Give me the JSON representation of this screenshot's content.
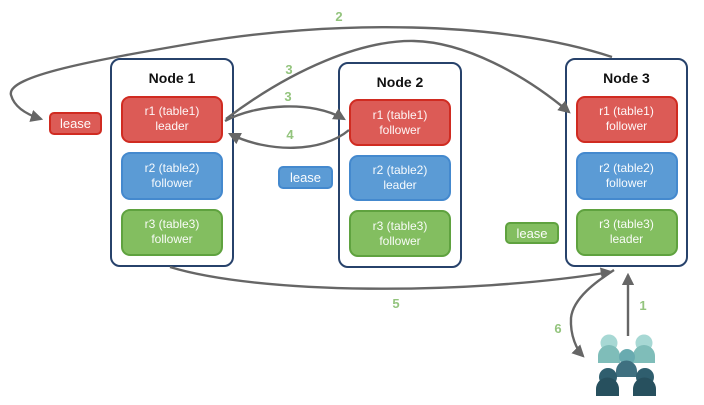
{
  "diagram": {
    "nodes": [
      {
        "title": "Node 1",
        "replicas": [
          {
            "label": "r1 (table1)",
            "role": "leader",
            "color": "red"
          },
          {
            "label": "r2 (table2)",
            "role": "follower",
            "color": "blue"
          },
          {
            "label": "r3 (table3)",
            "role": "follower",
            "color": "green"
          }
        ]
      },
      {
        "title": "Node 2",
        "replicas": [
          {
            "label": "r1 (table1)",
            "role": "follower",
            "color": "red"
          },
          {
            "label": "r2 (table2)",
            "role": "leader",
            "color": "blue"
          },
          {
            "label": "r3 (table3)",
            "role": "follower",
            "color": "green"
          }
        ]
      },
      {
        "title": "Node 3",
        "replicas": [
          {
            "label": "r1 (table1)",
            "role": "follower",
            "color": "red"
          },
          {
            "label": "r2 (table2)",
            "role": "follower",
            "color": "blue"
          },
          {
            "label": "r3 (table3)",
            "role": "leader",
            "color": "green"
          }
        ]
      }
    ],
    "leases": [
      {
        "label": "lease",
        "color": "red"
      },
      {
        "label": "lease",
        "color": "blue"
      },
      {
        "label": "lease",
        "color": "green"
      }
    ],
    "steps": {
      "s1": "1",
      "s2": "2",
      "s3a": "3",
      "s3b": "3",
      "s4": "4",
      "s5": "5",
      "s6": "6"
    },
    "colors": {
      "red_fill": "#DC5B56",
      "red_border": "#D02B21",
      "blue_fill": "#5B9BD5",
      "blue_border": "#4489CE",
      "green_fill": "#83BE60",
      "green_border": "#5FA23F",
      "node_border": "#27426B",
      "arrow": "#666666",
      "step_label": "#93C47D",
      "users_light_head": "#A7D8D4",
      "users_light_body": "#7FBDB9",
      "users_mid_head": "#69ABB0",
      "users_mid_body": "#3F7080",
      "users_dark_head": "#2F5E6E",
      "users_dark_body": "#27505E"
    }
  }
}
